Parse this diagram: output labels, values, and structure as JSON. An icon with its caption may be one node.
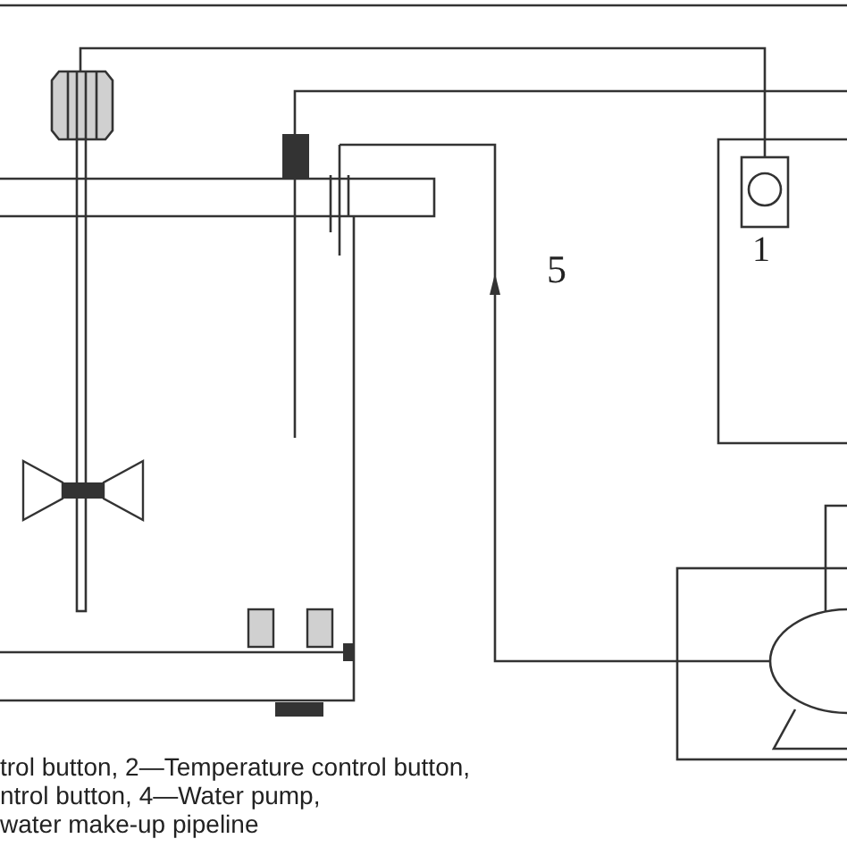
{
  "diagram": {
    "labels": [
      "1",
      "5",
      "trol button, 2—Temperature control button,",
      "ntrol button, 4—Water pump,",
      "water make-up pipeline"
    ]
  }
}
